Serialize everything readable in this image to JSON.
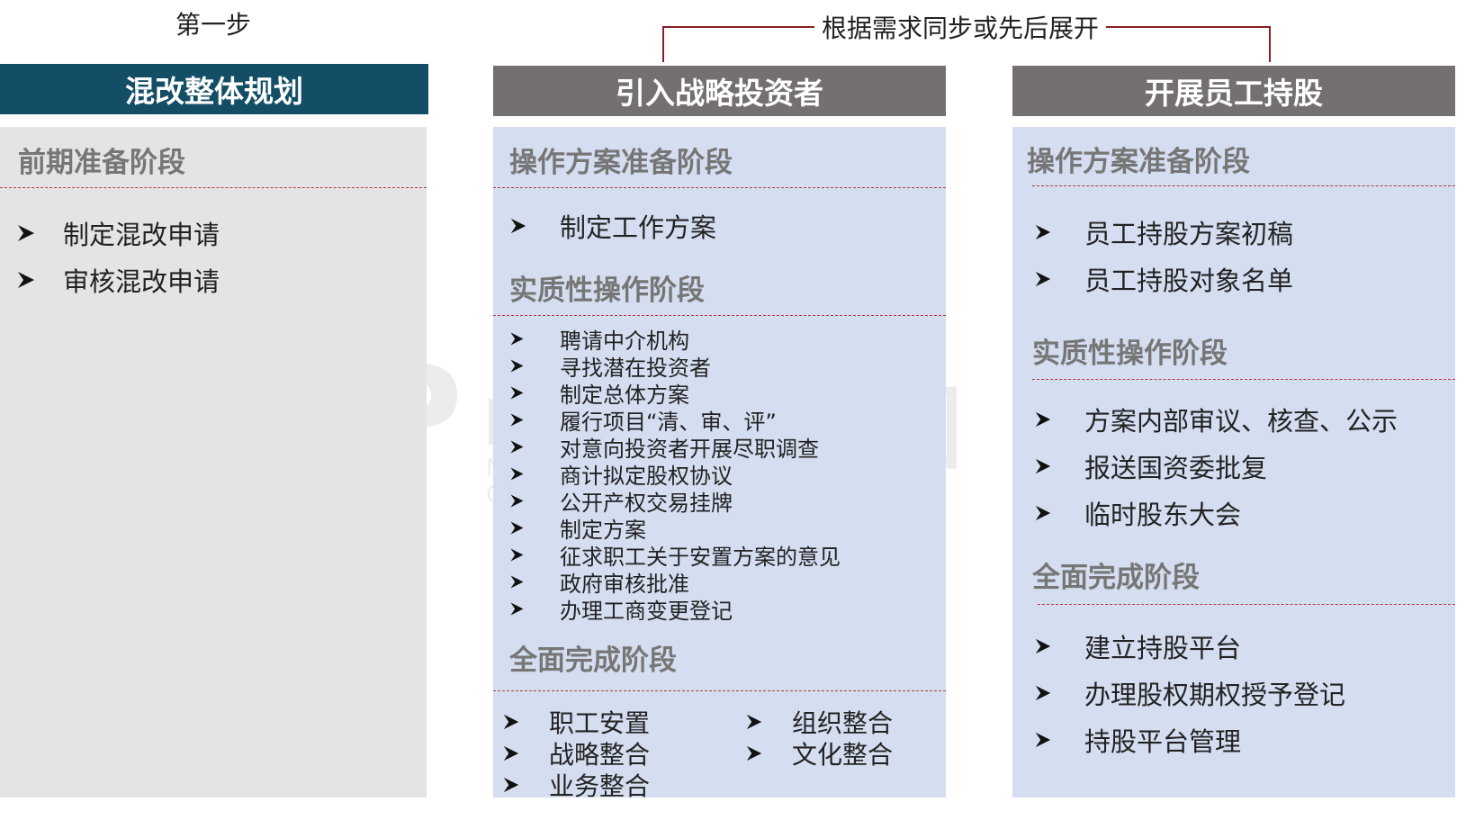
{
  "top": {
    "step_label": "第一步",
    "sync_label": "根据需求同步或先后展开"
  },
  "colors": {
    "header_dark_teal": "#134e66",
    "header_gray": "#757070",
    "panel_left_bg": "#e4e3e6",
    "panel_blue_bg": "#d4def0",
    "dash_red": "#b23a3a",
    "phase_gray": "#767676"
  },
  "col1": {
    "header": "混改整体规划",
    "phase1": {
      "title": "前期准备阶段",
      "items": [
        "制定混改申请",
        "审核混改申请"
      ]
    }
  },
  "col2": {
    "header": "引入战略投资者",
    "phase1": {
      "title": "操作方案准备阶段",
      "items": [
        "制定工作方案"
      ]
    },
    "phase2": {
      "title": "实质性操作阶段",
      "items": [
        "聘请中介机构",
        "寻找潜在投资者",
        "制定总体方案",
        "履行项目“清、审、评”",
        "对意向投资者开展尽职调查",
        "商计拟定股权协议",
        "公开产权交易挂牌",
        "制定方案",
        "征求职工关于安置方案的意见",
        "政府审核批准",
        "办理工商变更登记"
      ]
    },
    "phase3": {
      "title": "全面完成阶段",
      "items": [
        "职工安置",
        "组织整合",
        "战略整合",
        "文化整合",
        "业务整合"
      ]
    }
  },
  "col3": {
    "header": "开展员工持股",
    "phase1": {
      "title": "操作方案准备阶段",
      "items": [
        "员工持股方案初稿",
        "员工持股对象名单"
      ]
    },
    "phase2": {
      "title": "实质性操作阶段",
      "items": [
        "方案内部审议、核查、公示",
        "报送国资委批复",
        "临时股东大会"
      ]
    },
    "phase3": {
      "title": "全面完成阶段",
      "items": [
        "建立持股平台",
        "办理股权期权授予登记",
        "持股平台管理"
      ]
    }
  },
  "watermark": {
    "logo_letters": "MP",
    "cn": "中 咨询集团",
    "en": "MANAGEMENT PROFESSIONAL GROUP"
  },
  "icons": {
    "bullet": "arrowhead-bullet-icon"
  }
}
